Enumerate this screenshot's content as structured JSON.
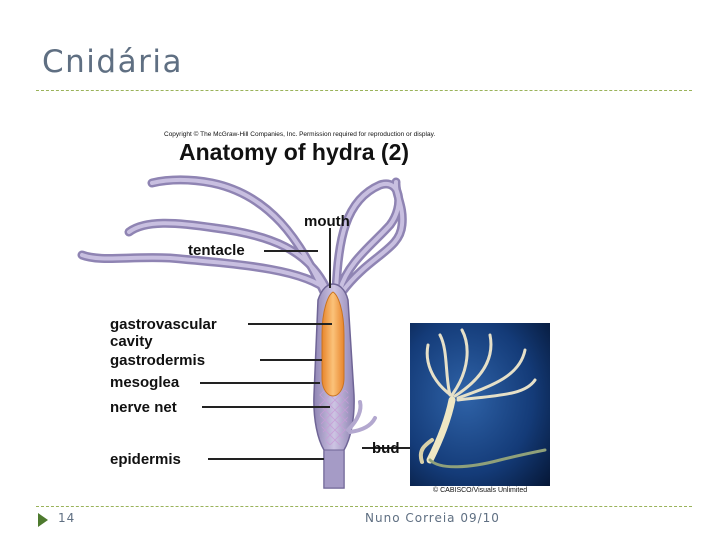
{
  "slide": {
    "title": "Cnidária",
    "page_number": "14",
    "footer": "Nuno Correia 09/10"
  },
  "figure": {
    "copyright": "Copyright © The McGraw-Hill Companies, Inc. Permission required for reproduction or display.",
    "title": "Anatomy of hydra (2)",
    "labels": {
      "mouth": "mouth",
      "tentacle": "tentacle",
      "gastrovascular_cavity_line1": "gastrovascular",
      "gastrovascular_cavity_line2": "cavity",
      "gastrodermis": "gastrodermis",
      "mesoglea": "mesoglea",
      "nerve_net": "nerve net",
      "epidermis": "epidermis",
      "bud": "bud"
    },
    "photo_credit": "© CABISCO/Visuals Unlimited"
  },
  "colors": {
    "title_gray": "#5f6f82",
    "divider_green": "#9ab35a",
    "hydra_lavender": "#b3a8cf",
    "cavity_orange": "#f2a24a",
    "arrow_green": "#4e7a2e"
  }
}
